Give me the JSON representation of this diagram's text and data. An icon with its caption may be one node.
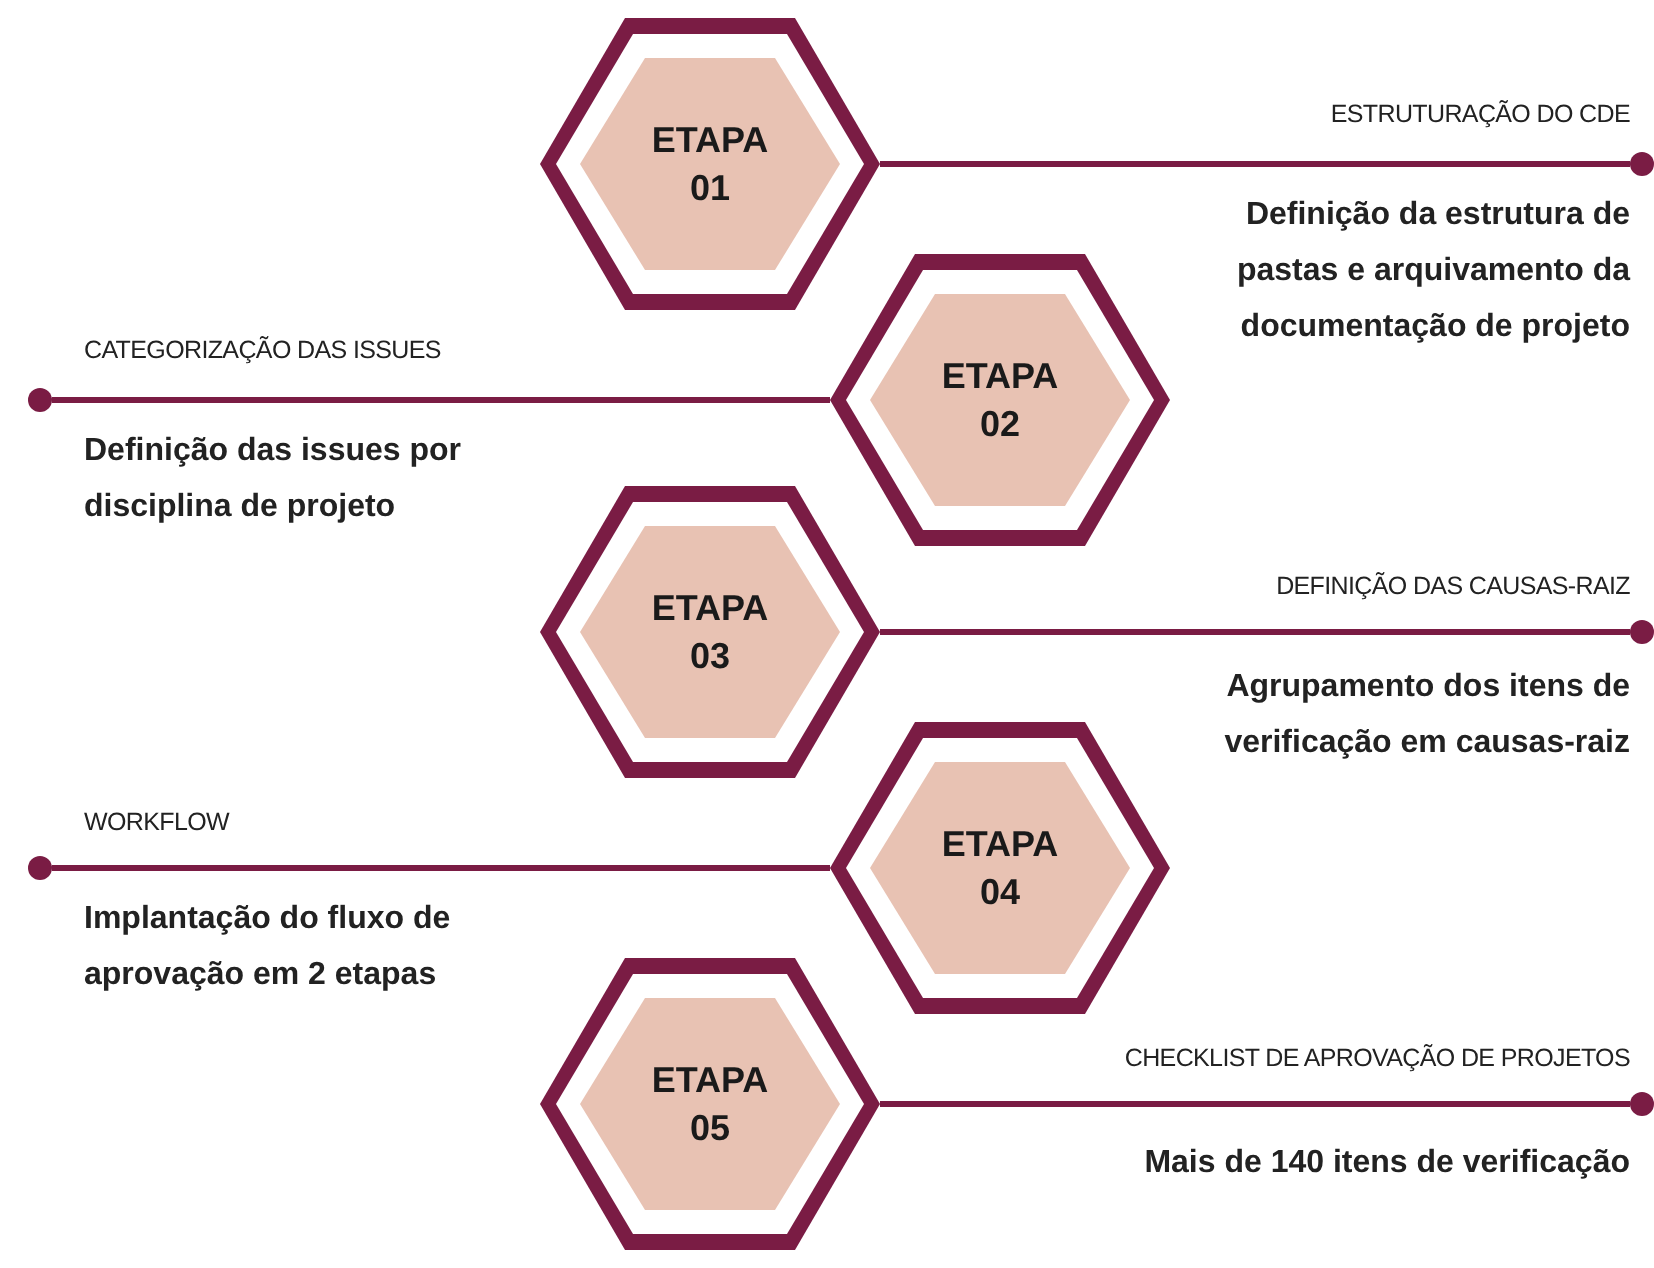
{
  "diagram": {
    "nodes": [
      {
        "text": [
          "ETAPA 01"
        ]
      },
      {
        "text": [],
        "shape": "circle"
      },
      {
        "text": [
          "ETAPA 02"
        ]
      },
      {
        "text": [],
        "shape": "circle"
      },
      {
        "text": [
          "ETAPA 03"
        ]
      },
      {
        "text": [],
        "shape": "circle"
      },
      {
        "text": [
          "ETAPA 04"
        ]
      },
      {
        "text": [],
        "shape": "circle"
      },
      {
        "text": [
          "ETAPA 05"
        ]
      },
      {
        "text": [],
        "shape": "circle"
      }
    ],
    "edges": [
      {
        "from": 0,
        "to": 1,
        "arrow": "none"
      },
      {
        "from": 2,
        "to": 3,
        "arrow": "none"
      },
      {
        "from": 4,
        "to": 5,
        "arrow": "none"
      },
      {
        "from": 6,
        "to": 7,
        "arrow": "none"
      },
      {
        "from": 8,
        "to": 9,
        "arrow": "none"
      }
    ],
    "labels": [
      "ESTRUTURAÇÃO DO CDE",
      "Definição da estrutura de pastas e arquivamento da documentação de projeto",
      "CATEGORIZAÇÃO DAS ISSUES",
      "Definição das issues por disciplina de projeto",
      "DEFINIÇÃO DAS CAUSAS-RAIZ",
      "Agrupamento dos itens de verificação em causas-raiz",
      "WORKFLOW",
      "Implantação do fluxo de aprovação em 2 etapas",
      "CHECKLIST DE APROVAÇÃO DE PROJETOS",
      "Mais de 140 itens de verificação"
    ]
  }
}
